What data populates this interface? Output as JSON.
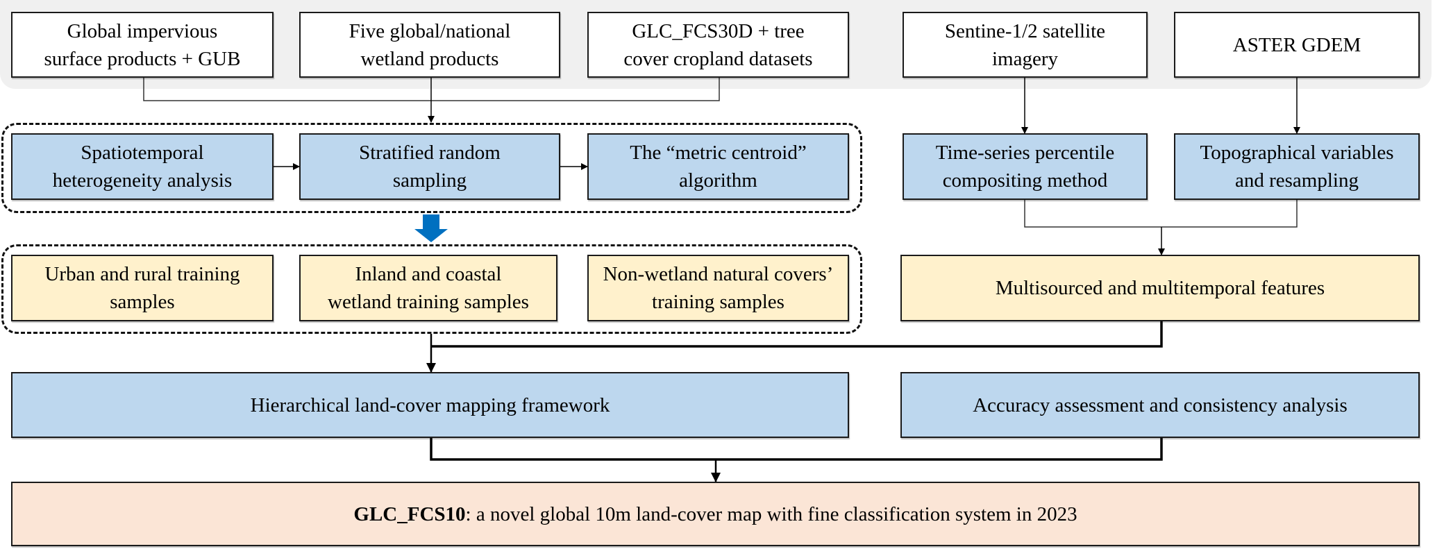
{
  "diagram": {
    "title": "GLC_FCS10 production workflow",
    "inputs": [
      {
        "line1": "Global impervious",
        "line2": "surface products + GUB"
      },
      {
        "line1": "Five global/national",
        "line2": "wetland products"
      },
      {
        "line1": "GLC_FCS30D + tree",
        "line2": "cover cropland datasets"
      },
      {
        "line1": "Sentine-1/2 satellite",
        "line2": "imagery"
      },
      {
        "line1": "ASTER GDEM",
        "line2": ""
      }
    ],
    "sampling_steps": [
      {
        "line1": "Spatiotemporal",
        "line2": "heterogeneity analysis"
      },
      {
        "line1": "Stratified random",
        "line2": "sampling"
      },
      {
        "line1": "The “metric centroid”",
        "line2": "algorithm"
      }
    ],
    "feature_steps": [
      {
        "line1": "Time-series percentile",
        "line2": "compositing method"
      },
      {
        "line1": "Topographical variables",
        "line2": "and resampling"
      }
    ],
    "training_samples": [
      {
        "line1": "Urban and rural training",
        "line2": "samples"
      },
      {
        "line1": "Inland and coastal",
        "line2": "wetland training samples"
      },
      {
        "line1": "Non-wetland natural covers’",
        "line2": "training samples"
      }
    ],
    "features": "Multisourced and multitemporal features",
    "framework": "Hierarchical land-cover mapping framework",
    "assessment": "Accuracy assessment and consistency analysis",
    "output": {
      "name": "GLC_FCS10",
      "description": ": a novel global 10m land-cover map with fine classification system in 2023"
    },
    "colors": {
      "input_box": "#ffffff",
      "process_box": "#bdd7ee",
      "sample_box": "#fff1cc",
      "output_box": "#fbe5d6",
      "input_band": "#f0f0f0",
      "flow_arrow": "#0070c0"
    }
  }
}
